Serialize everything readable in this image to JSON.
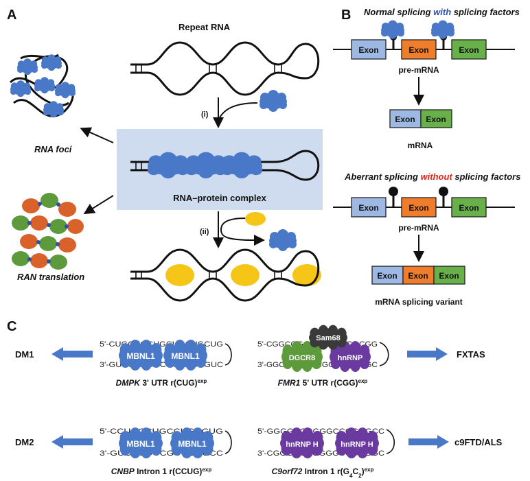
{
  "panel_labels": {
    "a": "A",
    "b": "B",
    "c": "C"
  },
  "panel_a": {
    "repeat_rna_title": "Repeat RNA",
    "step_i": "(i)",
    "step_ii": "(ii)",
    "complex_label": "RNA–protein complex",
    "rna_foci_label": "RNA foci",
    "ran_translation_label": "RAN translation",
    "colors": {
      "protein": "#4a78c8",
      "complex_box": "#cfdcef",
      "small_molecule": "#f5c518",
      "ran_orange": "#d9622b",
      "ran_green": "#5c9a3c"
    }
  },
  "panel_b": {
    "normal_title_part1": "Normal splicing ",
    "normal_title_part2": "with",
    "normal_title_part3": " splicing factors",
    "aberrant_title_part1": "Aberrant splicing ",
    "aberrant_title_part2": "without",
    "aberrant_title_part3": " splicing factors",
    "exon_label": "Exon",
    "pre_mrna": "pre-mRNA",
    "mrna": "mRNA",
    "variant": "mRNA splicing variant",
    "colors": {
      "exon_blue": "#9db9e3",
      "exon_orange": "#ef7d2b",
      "exon_green": "#67b04a",
      "with_color": "#2c4fa8",
      "without_color": "#e0261d"
    }
  },
  "panel_c": {
    "dm1": {
      "disease": "DM1",
      "protein": "MBNL1",
      "caption_gene": "DMPK",
      "caption_rest": " 3' UTR r(CUG)",
      "caption_sup": "exp",
      "top_seq": "5'-CUGCUGCUGCUGCUGCUG",
      "bottom_seq": "3'-GUCGUCGUCGUCGUCGUC"
    },
    "fxtas": {
      "disease": "FXTAS",
      "proteins": [
        "DGCR8",
        "Sam68",
        "hnRNP"
      ],
      "caption_gene": "FMR1",
      "caption_rest": " 5' UTR r(CGG)",
      "caption_sup": "exp",
      "top_seq": "5'-CGGCGGCGGCGGCGGCGG",
      "bottom_seq": "3'-GGCGGCGGCGGCGGCGGC"
    },
    "dm2": {
      "disease": "DM2",
      "protein": "MBNL1",
      "caption_gene": "CNBP",
      "caption_rest": " Intron 1 r(CCUG)",
      "caption_sup": "exp",
      "top_seq": "5'-CCUGCCUGCCUGCCUG",
      "bottom_seq": "3'-GUCCGUCCGUCCGUCC"
    },
    "c9": {
      "disease": "c9FTD/ALS",
      "protein": "hnRNP H",
      "caption_gene": "C9orf72",
      "caption_rest": " Intron 1 r(G",
      "caption_sub1": "4",
      "caption_mid": "C",
      "caption_sub2": "2",
      "caption_end": ")",
      "caption_sup": "exp",
      "top_seq": "5'-GGGGCCGGGGCCGGGGCC",
      "bottom_seq": "3'-CGGGGCCGGGGCCGGGGC"
    },
    "colors": {
      "mbnl": "#4a78c8",
      "dgcr8": "#5c9a3c",
      "sam68": "#3a3a3a",
      "hnrnp": "#6b3aa0",
      "arrow": "#4a78c8"
    }
  }
}
